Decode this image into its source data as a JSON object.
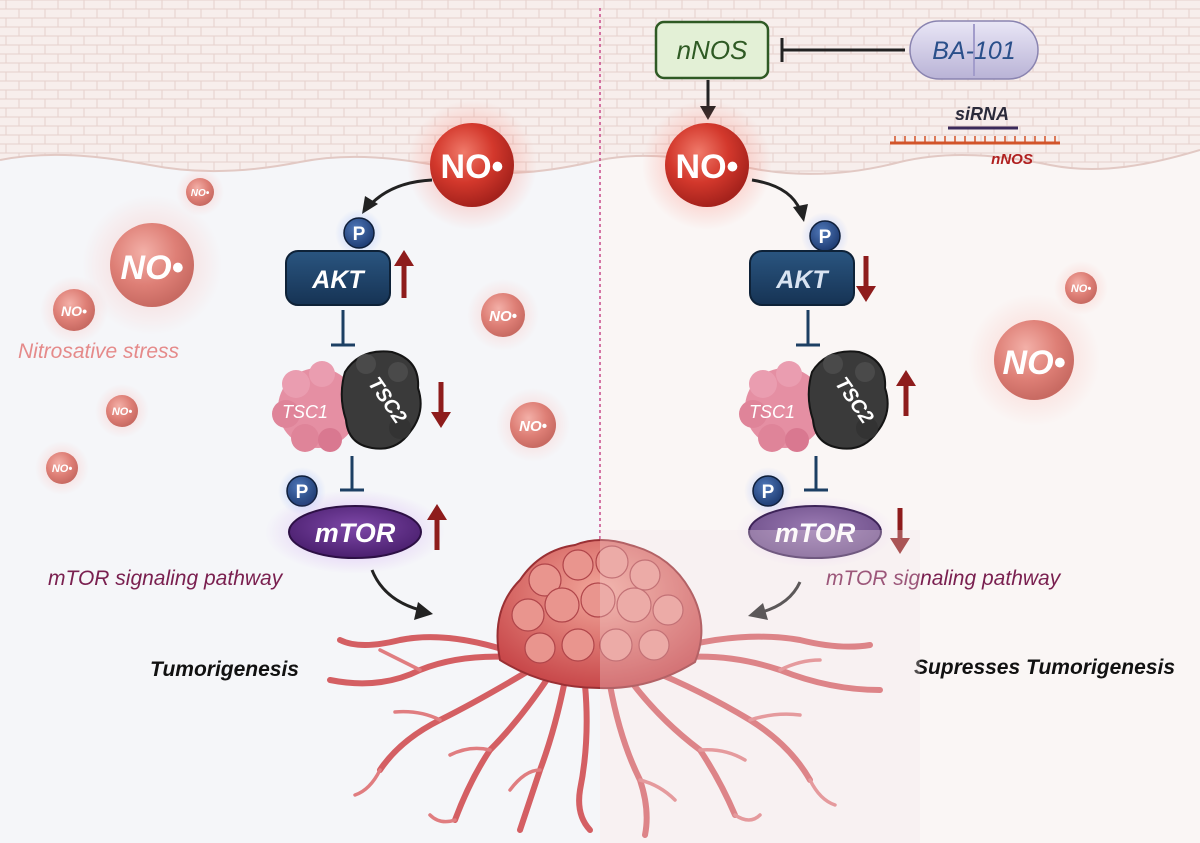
{
  "colors": {
    "no_red": "#c8302a",
    "akt_navy": "#1c3f63",
    "mtor_purple": "#5a2a7e",
    "tsc2_dark": "#3a3a3a",
    "tsc1_pink": "#e58fa3",
    "arrow_red": "#8e1c1c",
    "nnos_green": "#2f5a24",
    "stress_pink": "#e58a8a",
    "pathway_text": "#7a2050",
    "tumor": "#d8666a"
  },
  "labels": {
    "no": "NO•",
    "p": "P",
    "akt": "AKT",
    "tsc1": "TSC1",
    "tsc2": "TSC2",
    "mtor": "mTOR",
    "nnos": "nNOS",
    "ba101": "BA-101",
    "sirna": "siRNA",
    "sirna_target": "nNOS",
    "nitrosative": "Nitrosative stress",
    "pathway_left": "mTOR signaling pathway",
    "pathway_right": "mTOR signaling pathway",
    "tumorigenesis": "Tumorigenesis",
    "suppresses": "Supresses Tumorigenesis"
  },
  "icons": {
    "up_arrow": "up-arrow-icon",
    "down_arrow": "down-arrow-icon",
    "inhibit": "inhibition-bar-icon",
    "tumor": "tumor-icon"
  },
  "regulation": {
    "left": {
      "akt": "up",
      "tsc": "down",
      "mtor": "up"
    },
    "right": {
      "akt": "down",
      "tsc": "up",
      "mtor": "down"
    }
  }
}
